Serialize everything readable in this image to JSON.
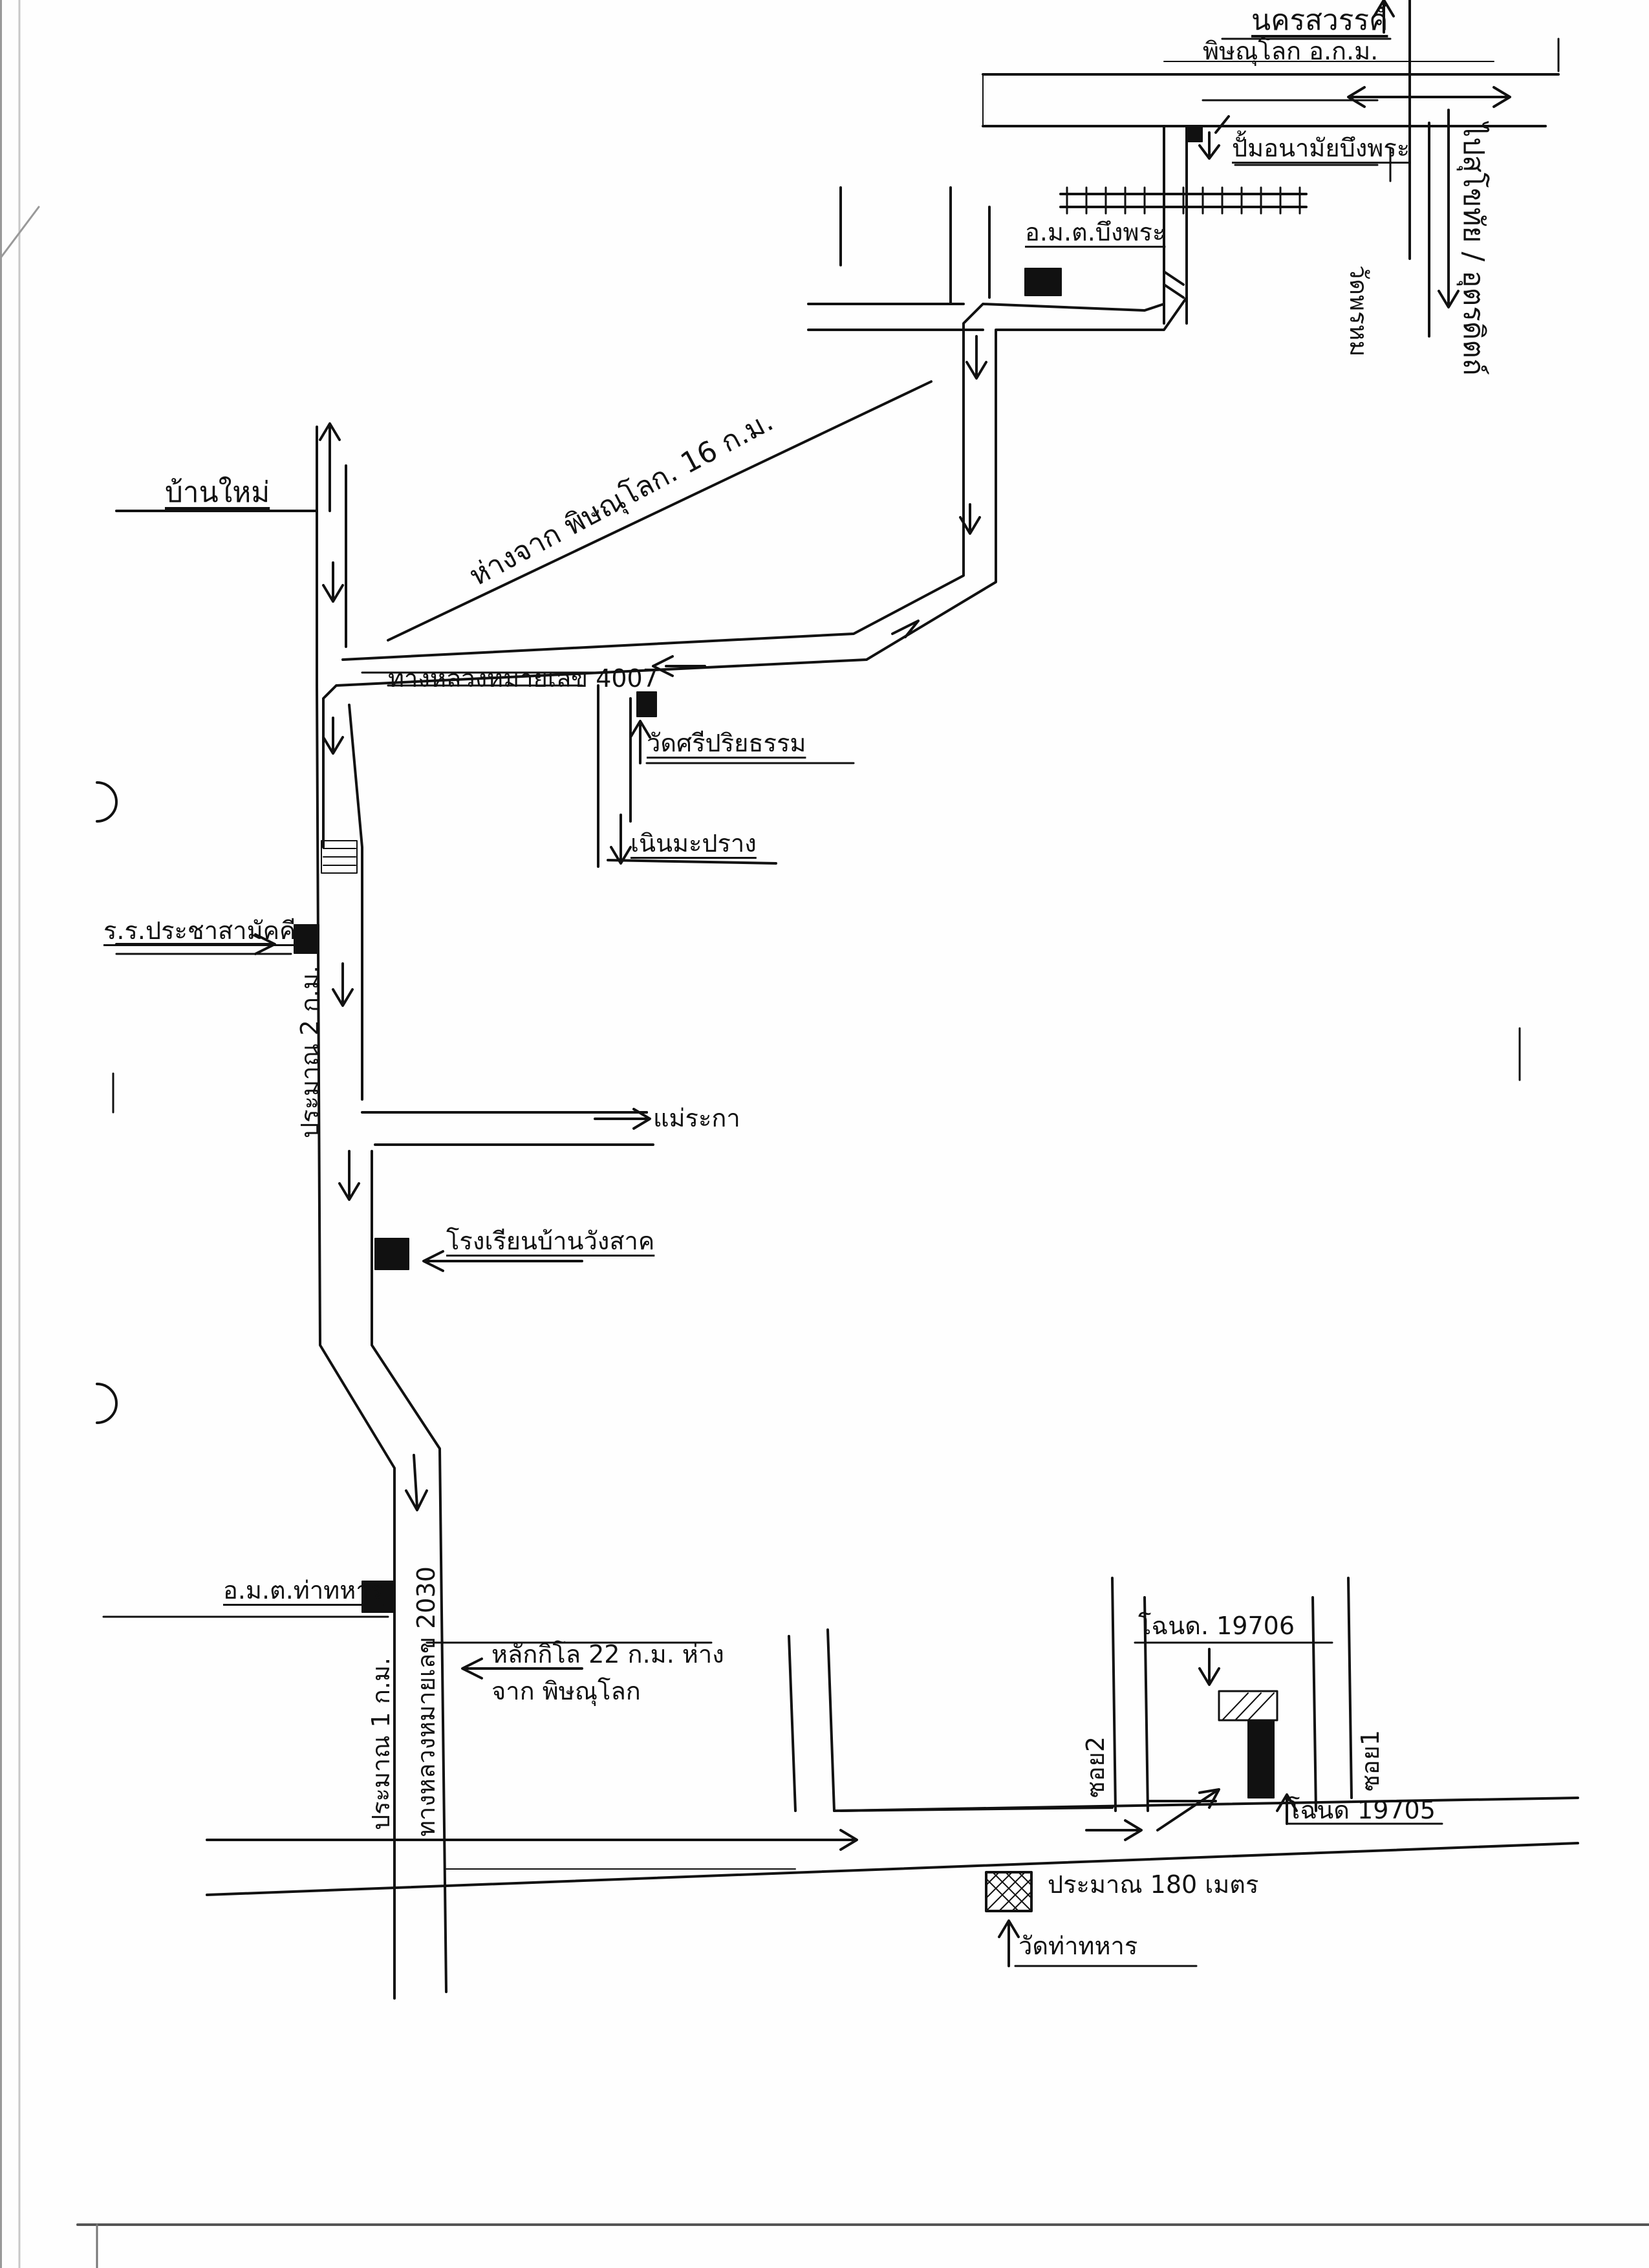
{
  "map": {
    "labels": {
      "top_town": "นครสวรรค์",
      "top_city": "พิษณุโลก อ.ก.ม.",
      "hospital": "ปั้มอนามัยบึงพระ",
      "district_office": "อ.ม.ต.บึงพระ",
      "wat_phrom": "วัดพรหม",
      "to_sukhothai": "ไปสุโขทัย / อุตรดิตถ์",
      "distance_16km": "ห่างจาก พิษณุโลก. 16 ก.ม.",
      "ban_mai": "บ้านใหม่",
      "highway_4007": "ทางหลวงหมายเลข 4007",
      "wat_temple": "วัดศรีปริยธรรม",
      "noen_maprang": "เนินมะปราง",
      "school_pratabsamakkee": "ร.ร.ประชาสามัคคี",
      "approx_2km": "ประมาณ 2 ก.ม.",
      "mae_raka": "แม่ระกา",
      "school_banwangsak": "โรงเรียนบ้านวังสาค",
      "school_thatahan": "อ.ม.ต.ท่าทหาร",
      "km_post": "หลักกิโล 22 ก.ม. ห่างจาก พิษณุโลก",
      "approx_1km": "ประมาณ 1 ก.ม.",
      "highway_2030": "ทางหลวงหมายเลข 2030",
      "soi2": "ซอย2",
      "soi1": "ซอย1",
      "house_19706": "โฉนด. 19706",
      "house_19705": "โฉนด 19705",
      "approx_180m": "ประมาณ 180 เมตร",
      "wat_thahan": "วัดท่าทหาร"
    }
  }
}
